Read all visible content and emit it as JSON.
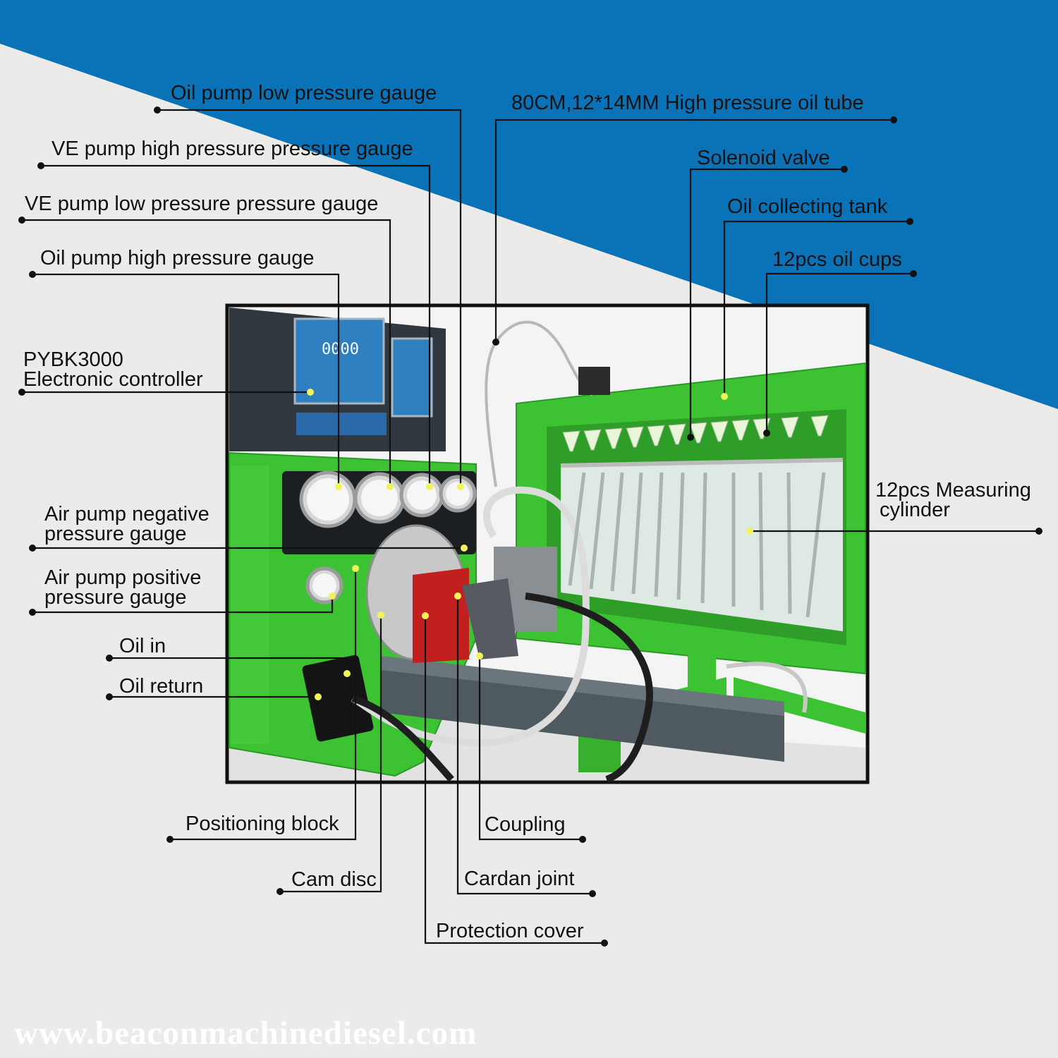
{
  "labels": {
    "oil_pump_low_pressure_gauge": "Oil pump low pressure gauge",
    "ve_pump_high_pressure_gauge": "VE pump high pressure pressure gauge",
    "ve_pump_low_pressure_gauge": "VE pump low pressure pressure gauge",
    "oil_pump_high_pressure_gauge": "Oil pump high pressure gauge",
    "electronic_controller_line1": "PYBK3000",
    "electronic_controller_line2": "Electronic controller",
    "air_pump_negative_line1": "Air pump negative",
    "air_pump_negative_line2": "pressure gauge",
    "air_pump_positive_line1": "Air pump positive",
    "air_pump_positive_line2": "pressure gauge",
    "oil_in": "Oil in",
    "oil_return": "Oil return",
    "high_pressure_oil_tube": "80CM,12*14MM High pressure oil tube",
    "solenoid_valve": "Solenoid valve",
    "oil_collecting_tank": "Oil collecting tank",
    "oil_cups": "12pcs oil cups",
    "measuring_cylinder_line1": "12pcs Measuring",
    "measuring_cylinder_line2": "cylinder",
    "positioning_block": "Positioning block",
    "cam_disc": "Cam disc",
    "coupling": "Coupling",
    "cardan_joint": "Cardan joint",
    "protection_cover": "Protection cover"
  },
  "machine": {
    "screen_readout": "0000"
  },
  "website": "www.beaconmachinediesel.com",
  "colors": {
    "background": "#ecebea",
    "blue_band": "#0a72b7",
    "machine_green": "#3cc232",
    "leader_line": "#111111",
    "marker_dot": "#f2f25a"
  }
}
